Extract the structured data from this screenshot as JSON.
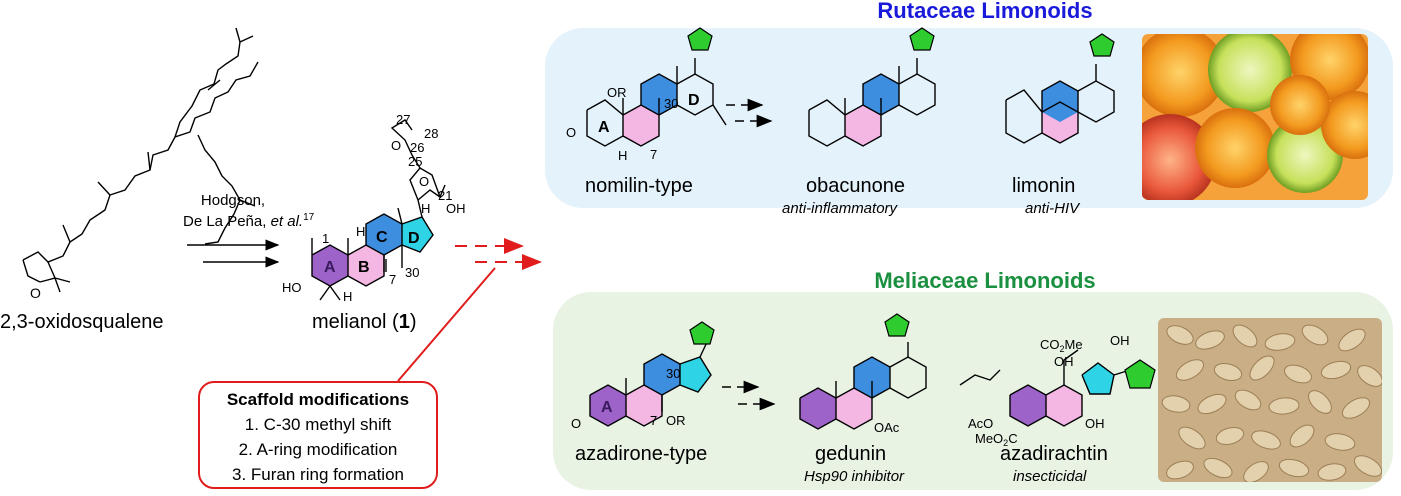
{
  "panels": {
    "rutaceae": {
      "title": "Rutaceae Limonoids",
      "title_color": "#1a1adb",
      "bg": "#e4f2fb",
      "compounds": [
        {
          "name": "nomilin-type",
          "activity": ""
        },
        {
          "name": "obacunone",
          "activity": "anti-inflammatory"
        },
        {
          "name": "limonin",
          "activity": "anti-HIV"
        }
      ]
    },
    "meliaceae": {
      "title": "Meliaceae Limonoids",
      "title_color": "#1b9040",
      "bg": "#e8f3e4",
      "compounds": [
        {
          "name": "azadirone-type",
          "activity": ""
        },
        {
          "name": "gedunin",
          "activity": "Hsp90 inhibitor"
        },
        {
          "name": "azadirachtin",
          "activity": "insecticidal"
        }
      ]
    }
  },
  "start": {
    "name": "2,3-oxidosqualene"
  },
  "reagent": {
    "line1": "Hodgson,",
    "line2_prefix": "De La Peña, ",
    "line2_etal": "et al.",
    "line2_ref": "17"
  },
  "melianol": {
    "name_prefix": "melianol (",
    "name_num": "1",
    "name_suffix": ")"
  },
  "modifications": {
    "title": "Scaffold modifications",
    "items": [
      "1. C-30 methyl shift",
      "2. A-ring modification",
      "3. Furan ring formation"
    ]
  },
  "ring_labels": {
    "A": "A",
    "B": "B",
    "C": "C",
    "D": "D"
  },
  "atom_labels": {
    "n1": "1",
    "n7": "7",
    "n30": "30",
    "n21": "21",
    "n25": "25",
    "n26": "26",
    "n27": "27",
    "n28": "28",
    "ho": "HO",
    "oh": "OH",
    "h": "H",
    "o": "O",
    "or": "OR",
    "oac": "OAc",
    "aco": "AcO",
    "meo2c": "MeO",
    "co2me": "CO",
    "me": "Me"
  },
  "colors": {
    "ringA": "#9e63c8",
    "ringB": "#f4b6e3",
    "ringC": "#3e8ee0",
    "ringD": "#2fd3e6",
    "furan": "#2ecc2e",
    "arrow_red": "#e01c1c"
  }
}
